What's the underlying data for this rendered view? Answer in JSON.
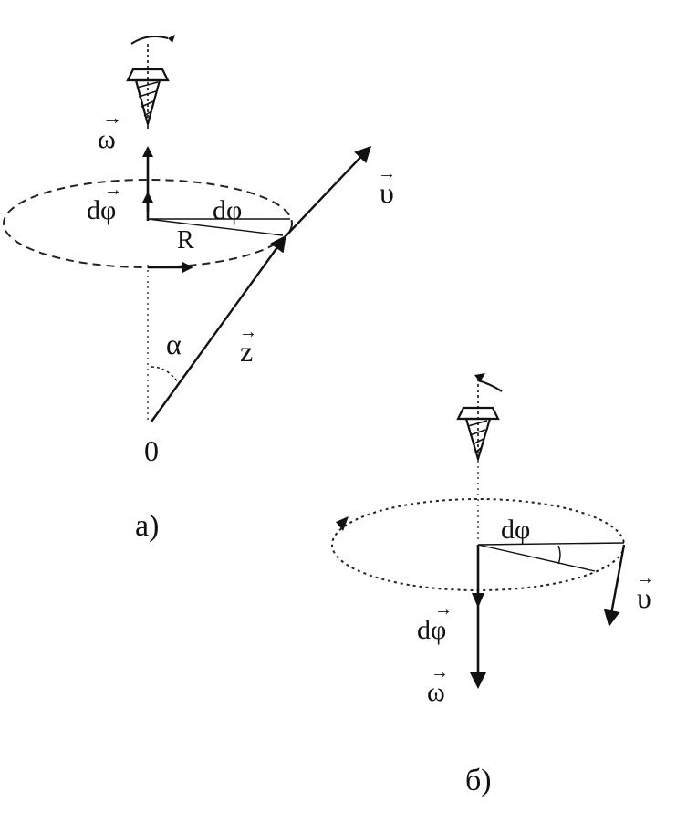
{
  "diagram_a": {
    "omega": "ω",
    "dphi_vec": "dφ",
    "dphi": "dφ",
    "radius": "R",
    "angle": "α",
    "position": "z",
    "velocity": "υ",
    "origin": "0",
    "caption": "a)"
  },
  "diagram_b": {
    "dphi": "dφ",
    "dphi_vec": "dφ",
    "omega": "ω",
    "velocity": "υ",
    "caption": "б)"
  },
  "colors": {
    "ink": "#111111",
    "background": "#ffffff"
  },
  "icons": {
    "rotation": "screw-icon"
  }
}
